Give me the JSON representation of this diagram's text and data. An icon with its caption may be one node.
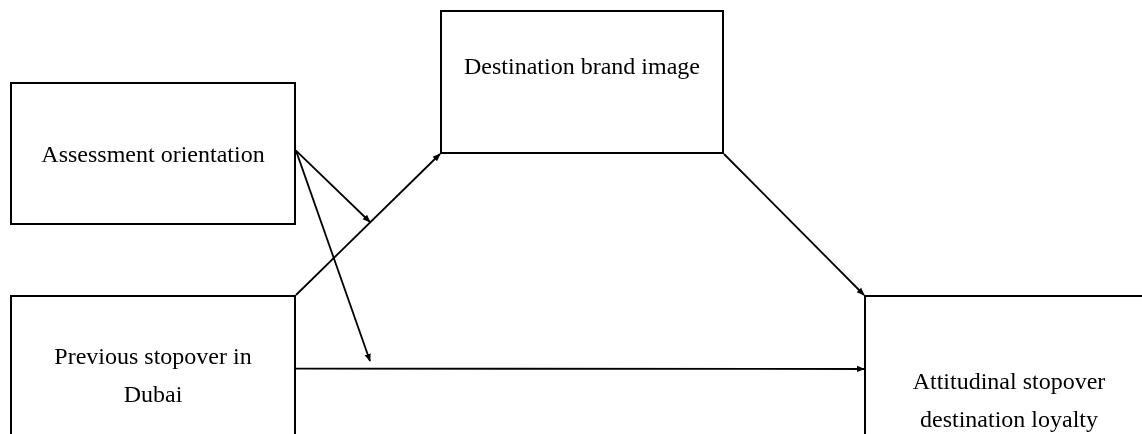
{
  "diagram": {
    "nodes": [
      {
        "text": [
          "Assessment orientation"
        ]
      },
      {
        "text": [
          "Destination brand image"
        ]
      },
      {
        "text": [
          "Previous stopover in Dubai"
        ]
      },
      {
        "text": [
          "Attitudinal stopover destination loyalty"
        ]
      }
    ],
    "edges": [
      {
        "from": 2,
        "to": 1,
        "arrow": "to"
      },
      {
        "from": 1,
        "to": 3,
        "arrow": "to"
      },
      {
        "from": 2,
        "to": 3,
        "arrow": "to"
      },
      {
        "from": 0,
        "to": null,
        "arrow": "to"
      },
      {
        "from": 0,
        "to": null,
        "arrow": "to"
      }
    ]
  }
}
